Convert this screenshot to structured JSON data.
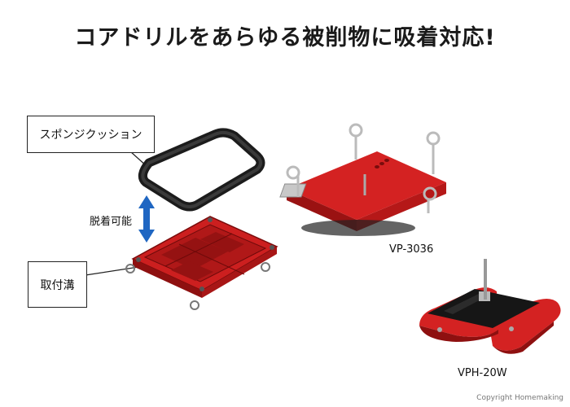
{
  "headline": "コアドリルをあらゆる被削物に吸着対応!",
  "callouts": {
    "sponge": "スポンジクッション",
    "groove": "取付溝"
  },
  "detach_label": "脱着可能",
  "products": [
    {
      "model": "VP-3036"
    },
    {
      "model": "VPH-20W"
    }
  ],
  "copyright": "Copyright  Homemaking",
  "colors": {
    "body_red": "#cc1f1f",
    "dark_red": "#8e1010",
    "arrow_blue": "#1f66c2"
  }
}
